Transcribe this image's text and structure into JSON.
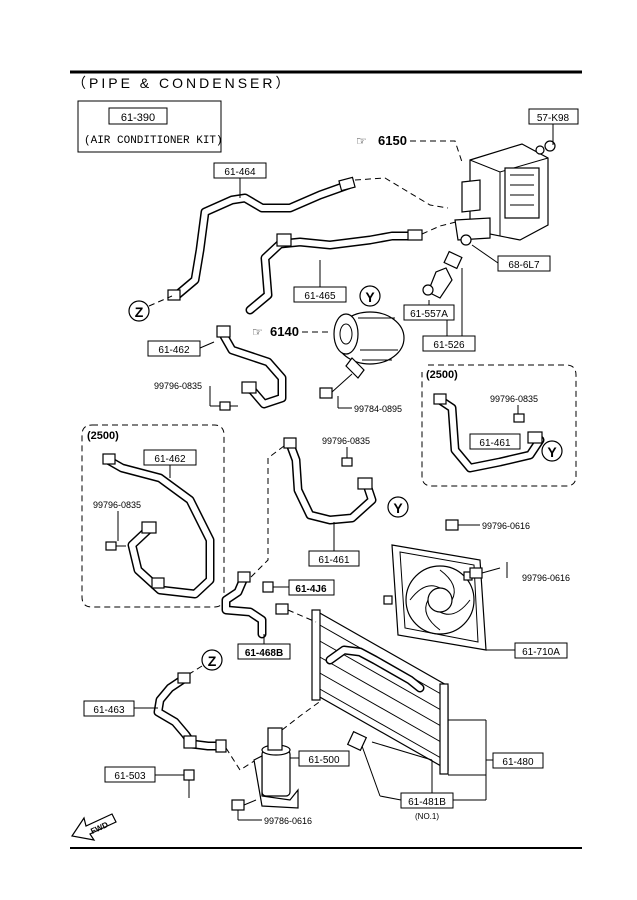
{
  "title": "（PIPE & CONDENSER）",
  "kit": {
    "part": "61-390",
    "desc": "(AIR CONDITIONER KIT)"
  },
  "refs": {
    "unit": "6150",
    "compressor": "6140"
  },
  "variant": "(2500)",
  "markers": {
    "z": "Z",
    "y": "Y"
  },
  "fwd": "FWD",
  "parts": {
    "p57K98": "57-K98",
    "p61464": "61-464",
    "p686L7": "68-6L7",
    "p61465": "61-465",
    "p61557A": "61-557A",
    "p61462a": "61-462",
    "p61526": "61-526",
    "p99796_0835a": "99796-0835",
    "p99784": "99784-0895",
    "p99796_0835b": "99796-0835",
    "p61461a": "61-461",
    "p61462b": "61-462",
    "p99796_0835c": "99796-0835",
    "p99796_0835d": "99796-0835",
    "p61461b": "61-461",
    "p99796_0616a": "99796-0616",
    "p99796_0616b": "99796-0616",
    "p614J6": "61-4J6",
    "p61468B": "61-468B",
    "p61710A": "61-710A",
    "p61463": "61-463",
    "p61500": "61-500",
    "p61480": "61-480",
    "p61503": "61-503",
    "p61481B": "61-481B",
    "no1": "(NO.1)",
    "p99786": "99786-0616"
  }
}
